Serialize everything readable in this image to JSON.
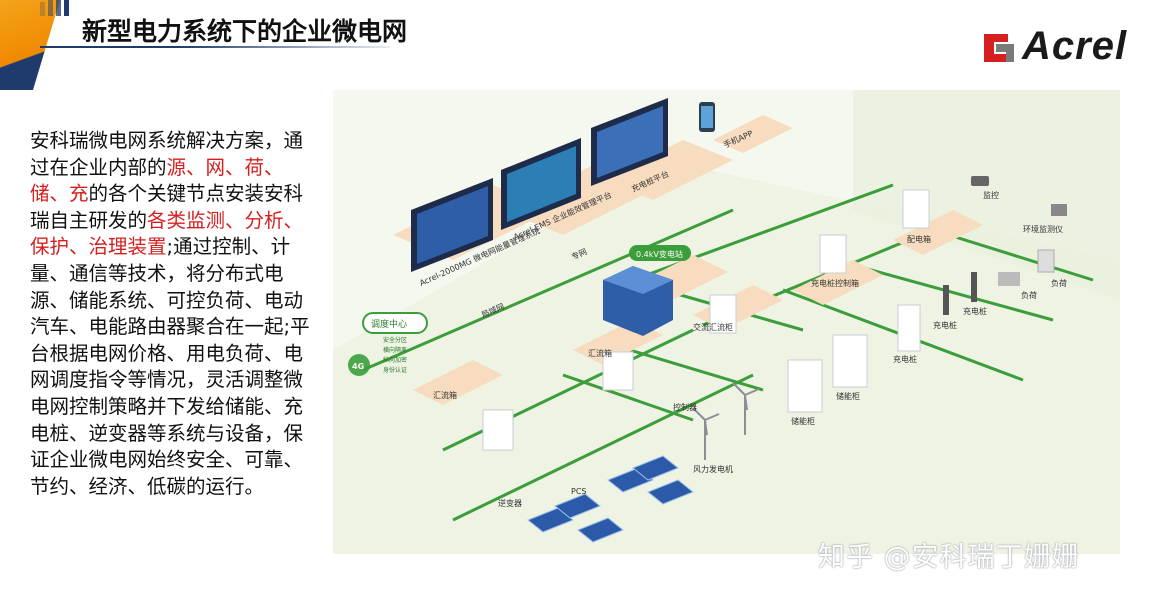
{
  "header": {
    "title": "新型电力系统下的企业微电网",
    "brand": "Acrel"
  },
  "description": {
    "seg1": "安科瑞微电网系统解决方案，通过在企业内部的",
    "seg2": "源、网、荷、储、充",
    "seg3": "的各个关键节点安装安科瑞自主研发的",
    "seg4": "各类监测、分析、保护、治理装置",
    "seg5": ";通过控制、计量、通信等技术，将分布式电源、储能系统、可控负荷、电动汽车、电能路由器聚合在一起;平台根据电网价格、用电负荷、电网调度指令等情况，灵活调整微电网控制策略并下发给储能、充电桩、逆变器等系统与设备，保证企业微电网始终安全、可靠、节约、经济、低碳的运行。"
  },
  "diagram": {
    "platform_1": "Acrel-2000MG 微电网能量管理系统",
    "platform_2": "Acrel-EMS 企业能效管理平台",
    "platform_3": "充电桩平台",
    "mobile_app": "手机APP",
    "dispatch_center": "调度中心",
    "tag_1": "安全分区",
    "tag_2": "横向隔离",
    "tag_3": "纵向加密",
    "tag_4": "身份认证",
    "net_4g": "4G",
    "transformer": "0.4kV变电站",
    "link_1": "局域网",
    "link_2": "专网",
    "ac_cabinet": "交流汇流柜",
    "combiner_1": "汇流箱",
    "combiner_2": "汇流箱",
    "inverter": "逆变器",
    "pcs": "PCS",
    "wind_controller": "控制器",
    "wind_power": "风力发电机",
    "storage_1": "储能柜",
    "storage_2": "储能柜",
    "distribution_box": "配电箱",
    "charger_box": "充电桩控制箱",
    "charger_1": "充电桩",
    "charger_2": "充电桩",
    "charger_3": "充电桩",
    "monitor": "监控",
    "env_monitor": "环境监测仪",
    "load_1": "负荷",
    "load_2": "负荷"
  },
  "watermark": "知乎 @安科瑞丁姗姗",
  "colors": {
    "accent_red": "#d6201f",
    "brand_blue": "#1f3b6e",
    "brand_orange": "#f08a00",
    "line_green": "#3b9e3b"
  }
}
